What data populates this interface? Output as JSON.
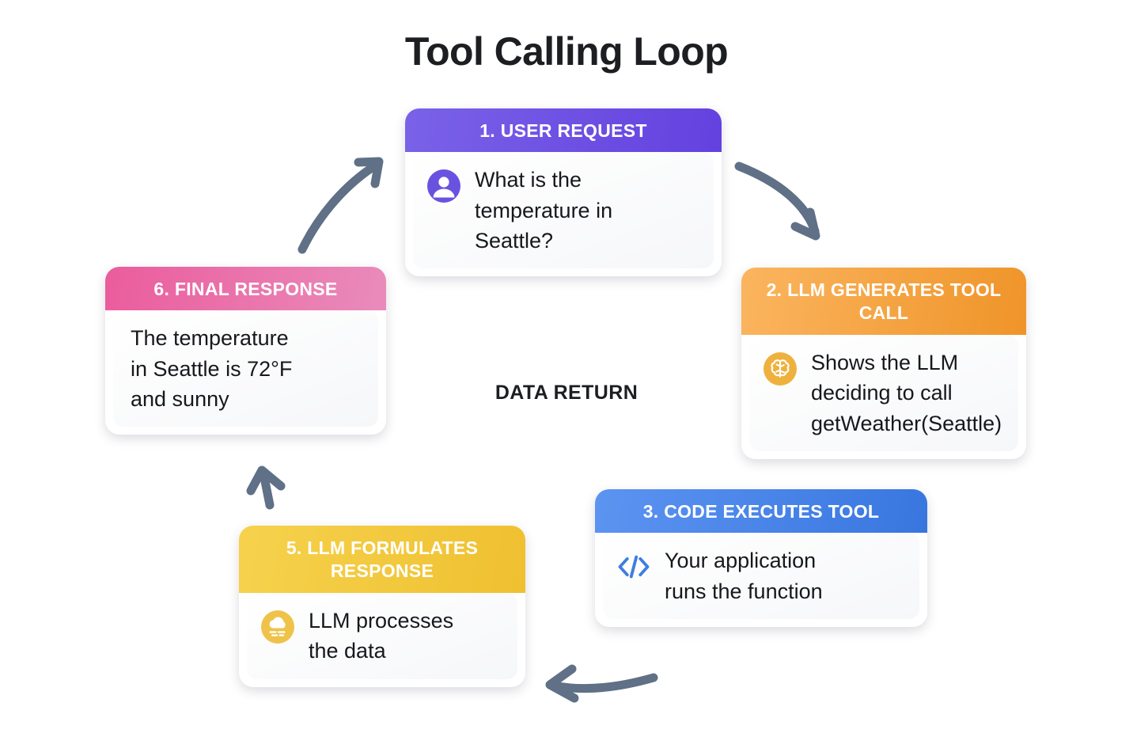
{
  "title": "Tool Calling Loop",
  "center_label": "DATA RETURN",
  "colors": {
    "title": "#1c1e21",
    "node1_accent": "#6341df",
    "node2_accent": "#ef9429",
    "node3_accent": "#3876df",
    "node5_accent": "#efc030",
    "node6_accent": "#eb5c9c",
    "arrow": "#5f7087",
    "card_body": "#ffffff"
  },
  "nodes": [
    {
      "id": "user-request",
      "header": "1. USER REQUEST",
      "body": "What is the\ntemperature in\nSeattle?",
      "icon": "user-avatar-icon"
    },
    {
      "id": "llm-generates-tool-call",
      "header": "2. LLM GENERATES TOOL CALL",
      "body": "Shows the LLM\ndeciding to call\ngetWeather(Seattle)",
      "icon": "brain-icon"
    },
    {
      "id": "code-executes-tool",
      "header": "3. CODE EXECUTES TOOL",
      "body": "Your application\nruns the function",
      "icon": "code-brackets-icon"
    },
    {
      "id": "llm-formulates-response",
      "header": "5. LLM FORMULATES RESPONSE",
      "body": "LLM processes\nthe data",
      "icon": "weather-cloud-icon"
    },
    {
      "id": "final-response",
      "header": "6. FINAL RESPONSE",
      "body": "The temperature\nin Seattle is 72°F\nand sunny",
      "icon": null
    }
  ],
  "arrows": [
    {
      "id": "arrow-1-to-2",
      "from": "user-request",
      "to": "llm-generates-tool-call",
      "direction": "down-right"
    },
    {
      "id": "arrow-3-to-5",
      "from": "code-executes-tool",
      "to": "llm-formulates-response",
      "direction": "left"
    },
    {
      "id": "arrow-5-to-6",
      "from": "llm-formulates-response",
      "to": "final-response",
      "direction": "up"
    },
    {
      "id": "arrow-6-to-1",
      "from": "final-response",
      "to": "user-request",
      "direction": "up-right"
    }
  ]
}
